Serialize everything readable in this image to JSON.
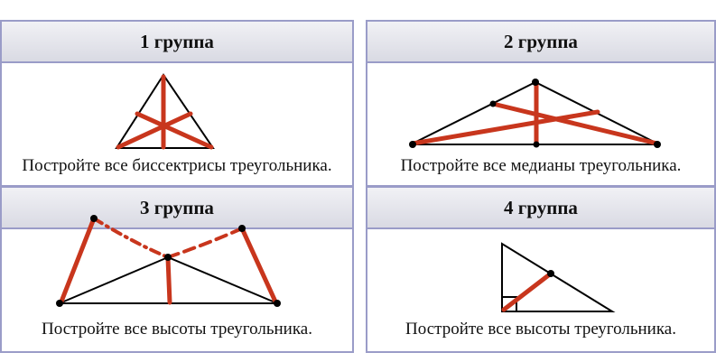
{
  "groups": [
    {
      "title": "1  группа",
      "caption": "Постройте все биссектрисы треугольника."
    },
    {
      "title": "2  группа",
      "caption": "Постройте все медианы треугольника."
    },
    {
      "title": "3  группа",
      "caption": "Постройте все высоты треугольника."
    },
    {
      "title": "4  группа",
      "caption": "Постройте все высоты треугольника."
    }
  ],
  "colors": {
    "accent_red": "#c8361d",
    "border": "#9a9cc8",
    "header_bg": "#dcdde6"
  }
}
